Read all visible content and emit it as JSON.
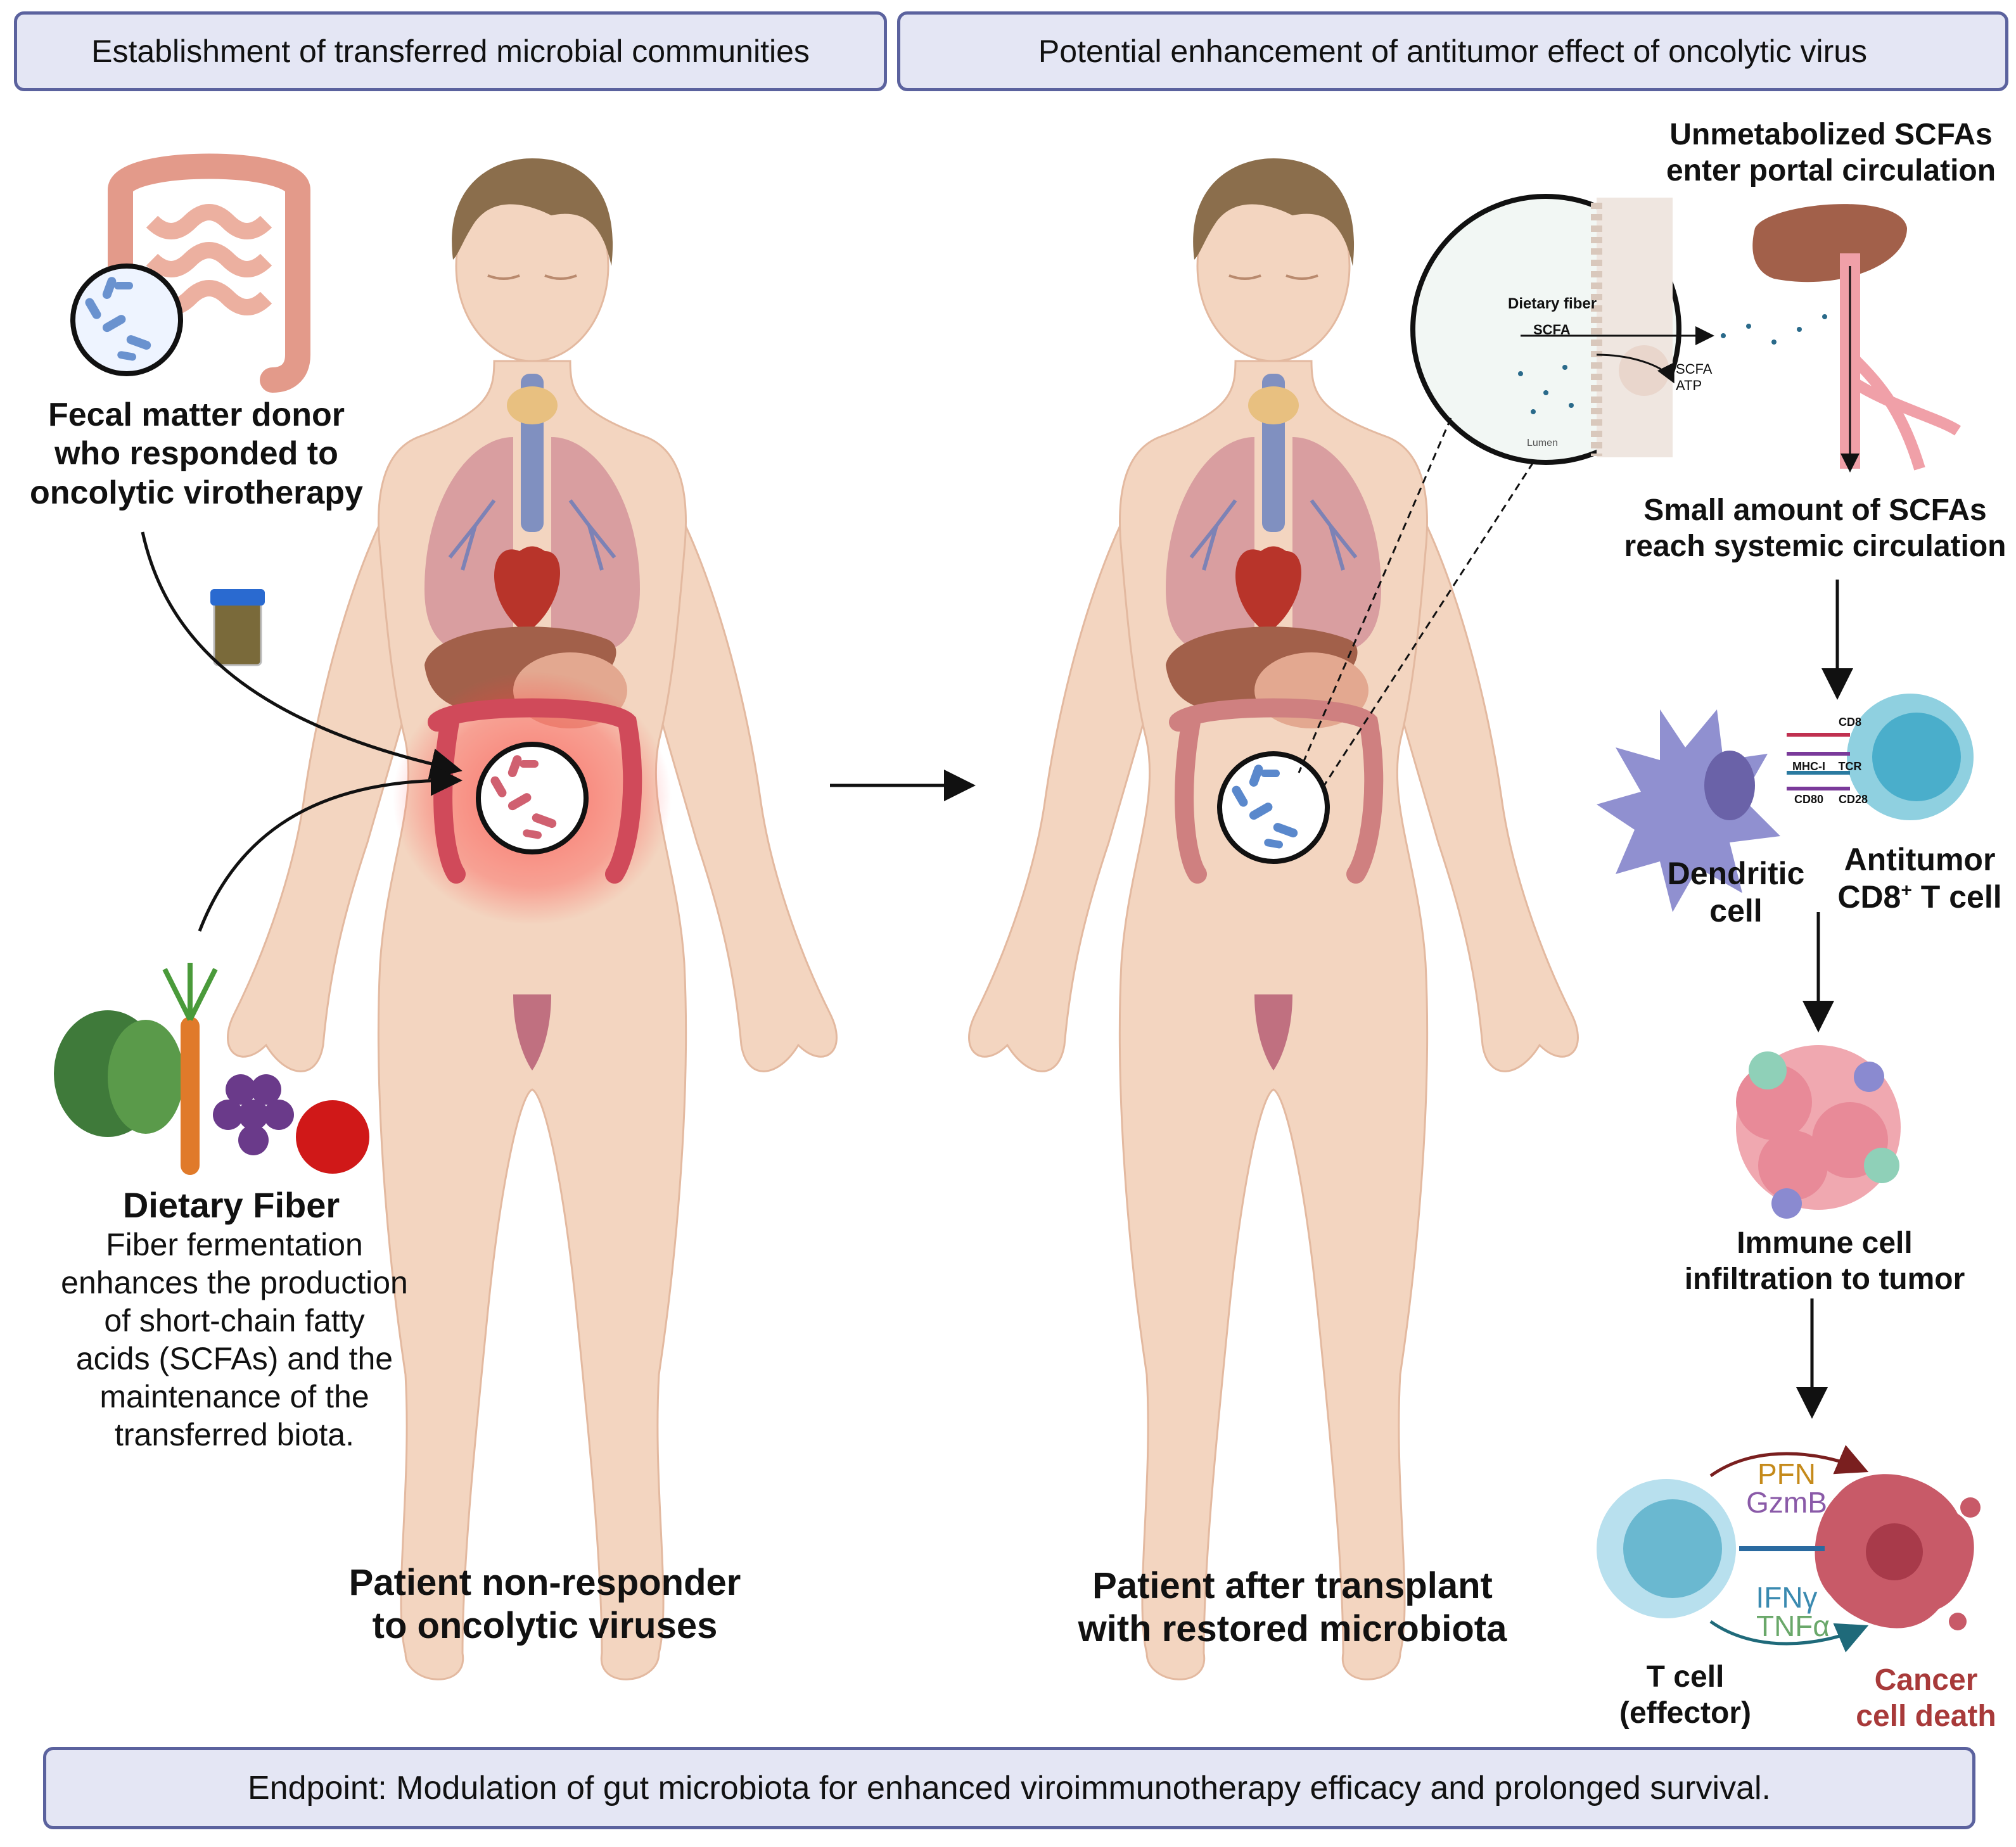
{
  "header": {
    "left": "Establishment of transferred microbial communities",
    "right": "Potential enhancement of antitumor effect of oncolytic virus"
  },
  "donor": {
    "line1": "Fecal matter donor",
    "line2": "who responded to",
    "line3": "oncolytic virotherapy"
  },
  "fiber": {
    "title": "Dietary Fiber",
    "desc1": "Fiber fermentation",
    "desc2": "enhances the production",
    "desc3": "of short-chain fatty",
    "desc4": "acids (SCFAs) and the",
    "desc5": "maintenance of the",
    "desc6": "transferred biota."
  },
  "patient_left": {
    "line1": "Patient non-responder",
    "line2": "to oncolytic viruses"
  },
  "patient_right": {
    "line1": "Patient after transplant",
    "line2": "with restored microbiota"
  },
  "inset": {
    "dietary_fiber": "Dietary fiber",
    "scfa": "SCFA",
    "scfa2": "SCFA",
    "atp": "ATP",
    "lumen": "Lumen"
  },
  "portal": {
    "line1": "Unmetabolized SCFAs",
    "line2": "enter portal circulation"
  },
  "systemic": {
    "line1": "Small amount of SCFAs",
    "line2": "reach systemic circulation"
  },
  "synapse": {
    "cd8": "CD8",
    "mhc": "MHC-I",
    "tcr": "TCR",
    "cd80": "CD80",
    "cd28": "CD28"
  },
  "dendritic": {
    "line1": "Dendritic",
    "line2": "cell"
  },
  "tcell_ab": {
    "line1": "Antitumor",
    "line2a": "CD8",
    "sup": "+",
    "line2b": " T cell"
  },
  "infiltration": {
    "line1": "Immune cell",
    "line2": "infiltration to tumor"
  },
  "effector": {
    "pfn": "PFN",
    "gzmb": "GzmB",
    "ifng": "IFNγ",
    "tnfa": "TNFα",
    "tcell1": "T cell",
    "tcell2": "(effector)",
    "death1": "Cancer",
    "death2": "cell death"
  },
  "footer": "Endpoint: Modulation of gut microbiota for enhanced viroimmunotherapy efficacy and prolonged survival.",
  "colors": {
    "skin": "#f3d5c0",
    "box_fill": "#e4e6f4",
    "box_border": "#5b629e",
    "hair": "#8b6e4c",
    "cancer_text": "#a83a3a",
    "pfn": "#c58a1a",
    "gzmb": "#8a5aa8",
    "ifng": "#3a8ab0",
    "tnfa": "#6aa86a"
  }
}
